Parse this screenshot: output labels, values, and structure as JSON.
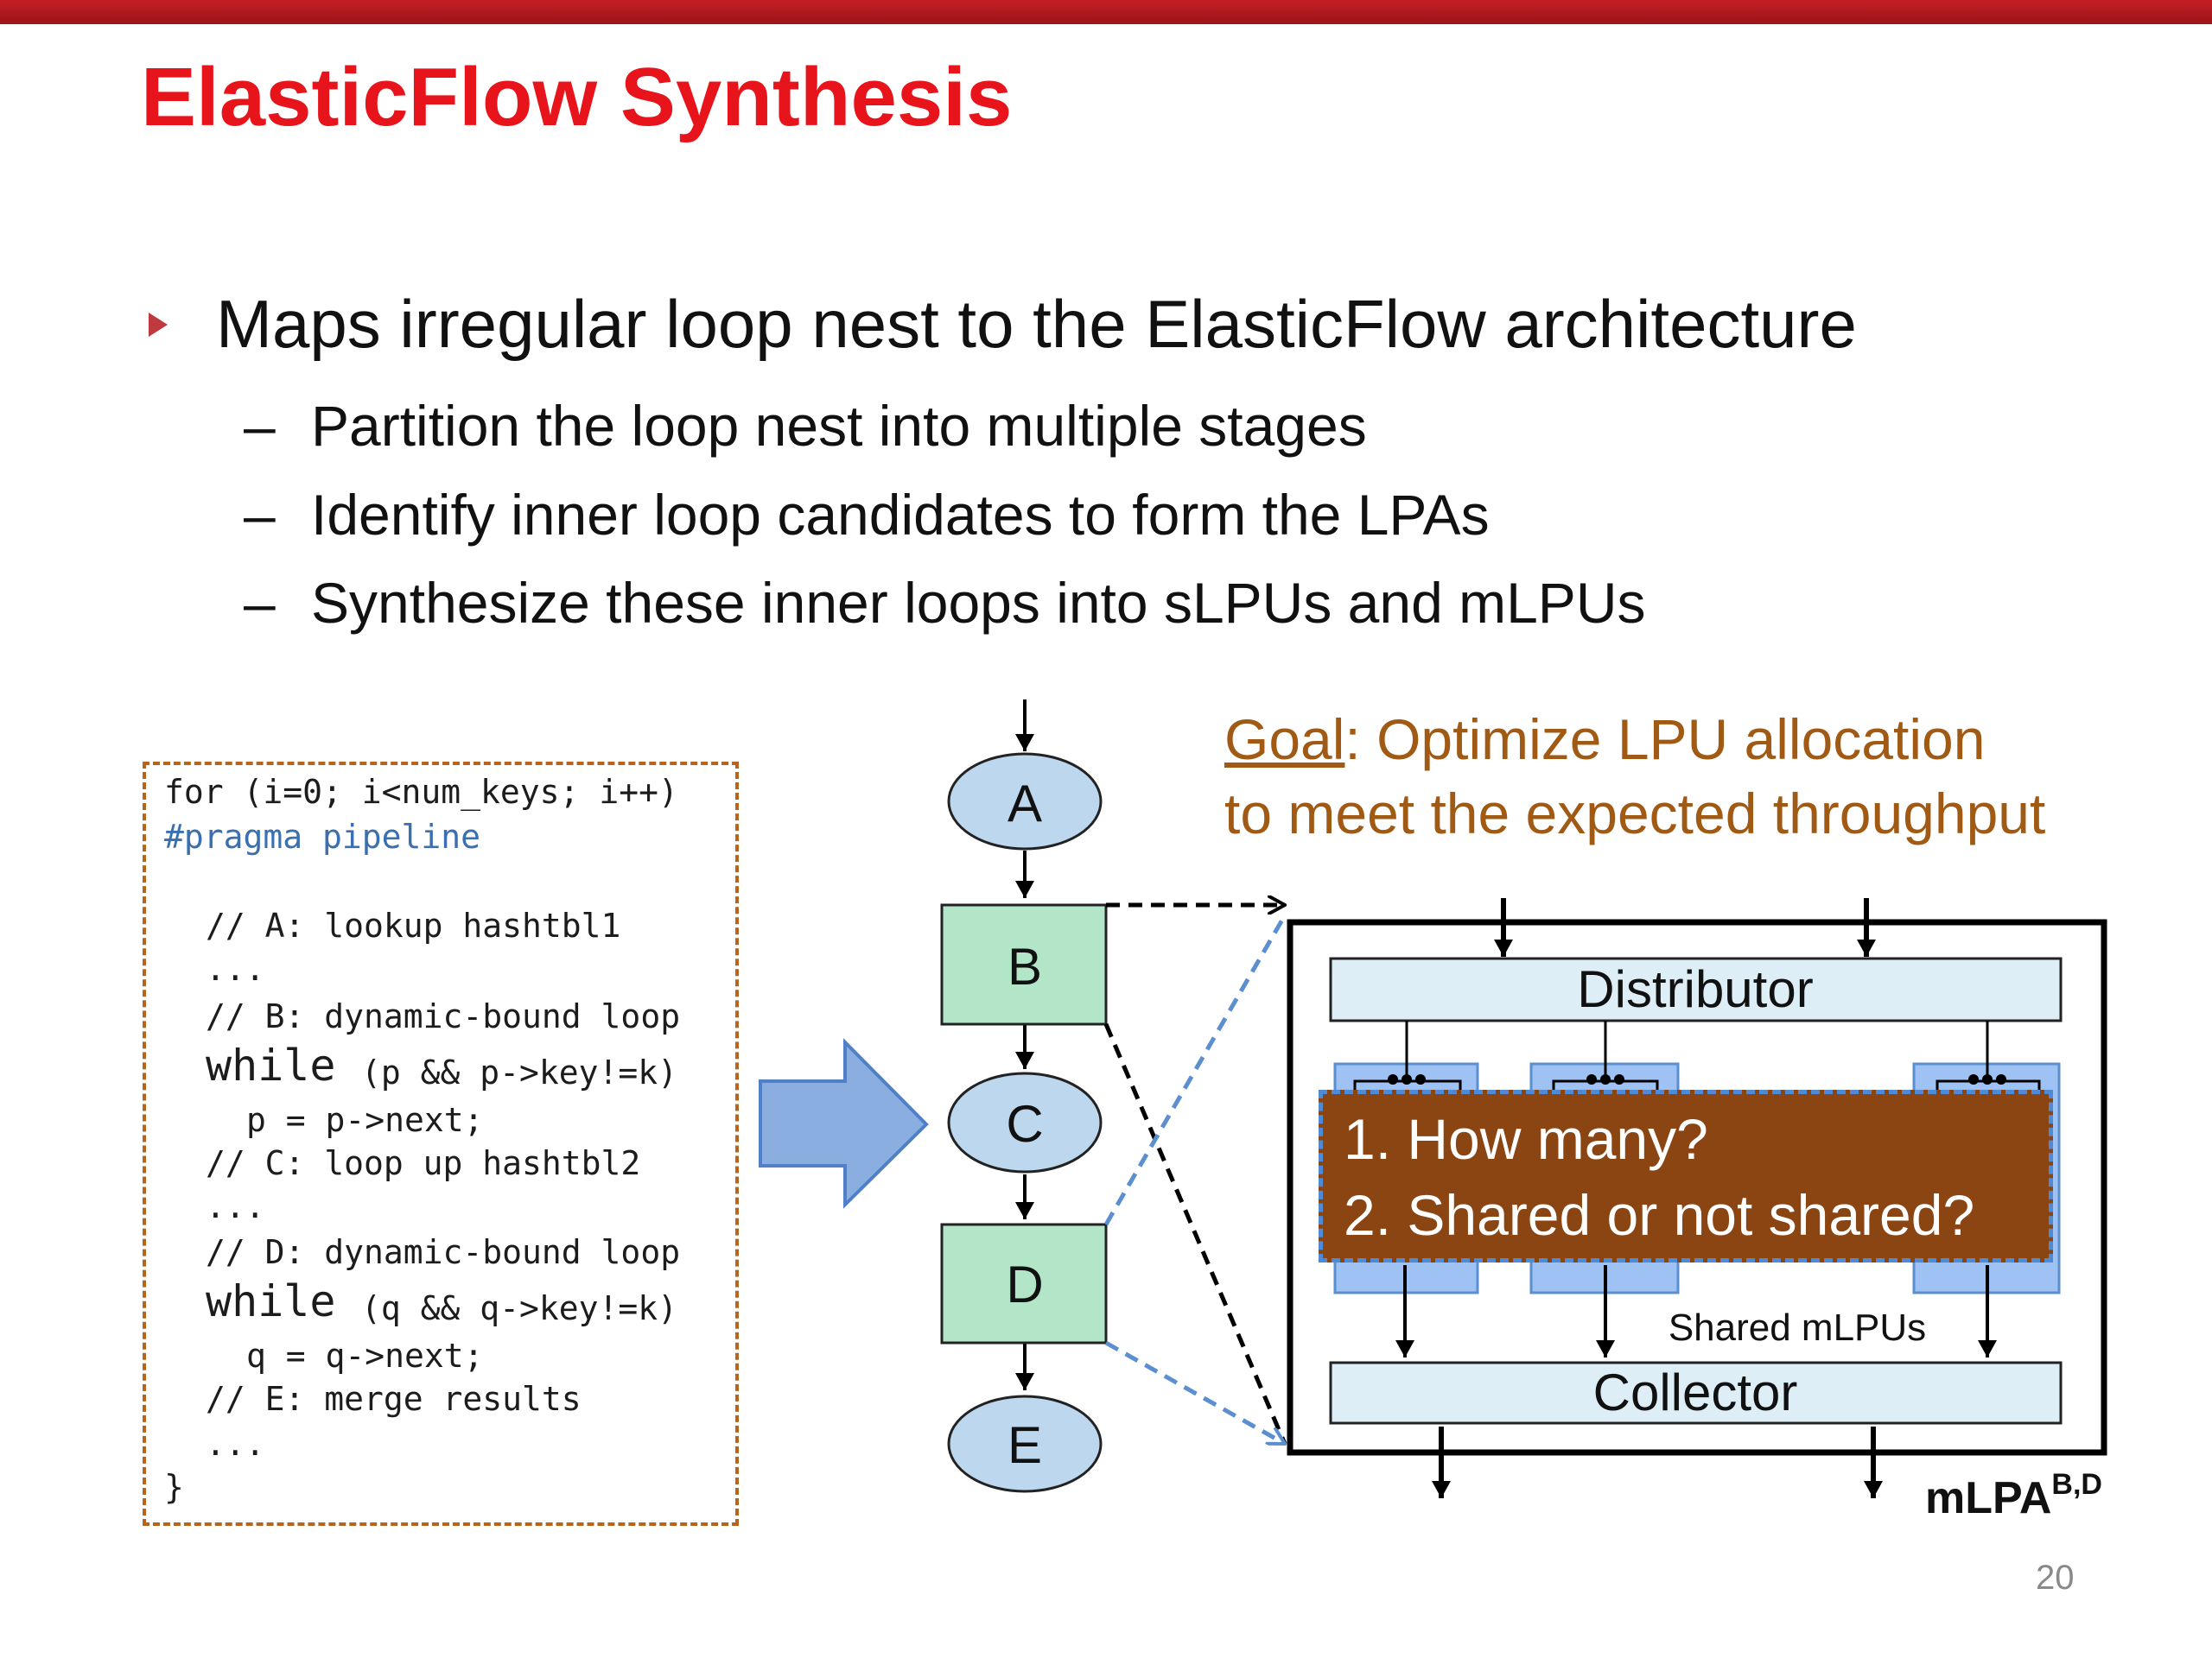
{
  "slide": {
    "title": "ElasticFlow Synthesis",
    "bullet": "Maps irregular loop nest to the ElasticFlow architecture",
    "sub_bullets": [
      "Partition the loop nest into multiple stages",
      "Identify inner loop candidates to form the LPAs",
      "Synthesize these inner loops into sLPUs and mLPUs"
    ],
    "dash": "–",
    "page_number": "20"
  },
  "code": {
    "lines": [
      "for (i=0; i<num_keys; i++)",
      "#pragma pipeline",
      "// A: lookup hashtbl1",
      "...",
      "// B: dynamic-bound loop",
      "while",
      "(p && p->key!=k)",
      "p = p->next;",
      "// C: loop up hashtbl2",
      "...",
      "// D: dynamic-bound loop",
      "while",
      "(q && q->key!=k)",
      "q = q->next;",
      "// E: merge results",
      "...",
      "}"
    ]
  },
  "goal": {
    "label": "Goal",
    "line1_rest": ": Optimize LPU allocation",
    "line2": "to meet the expected throughput"
  },
  "pipeline": {
    "stages": [
      "A",
      "B",
      "C",
      "D",
      "E"
    ]
  },
  "mlpa": {
    "distributor": "Distributor",
    "collector": "Collector",
    "shared_label": "Shared mLPUs",
    "name": "mLPA",
    "superscript": "B,D"
  },
  "popup": {
    "line1": "1. How many?",
    "line2": "2. Shared or not shared?"
  },
  "colors": {
    "title": "#e8141b",
    "goal": "#a05a14",
    "popup_bg": "#8b4513",
    "box_green": "#b3e6c8",
    "ellipse_blue": "#bcd7ee",
    "arrow_blue": "#8aaee0"
  }
}
